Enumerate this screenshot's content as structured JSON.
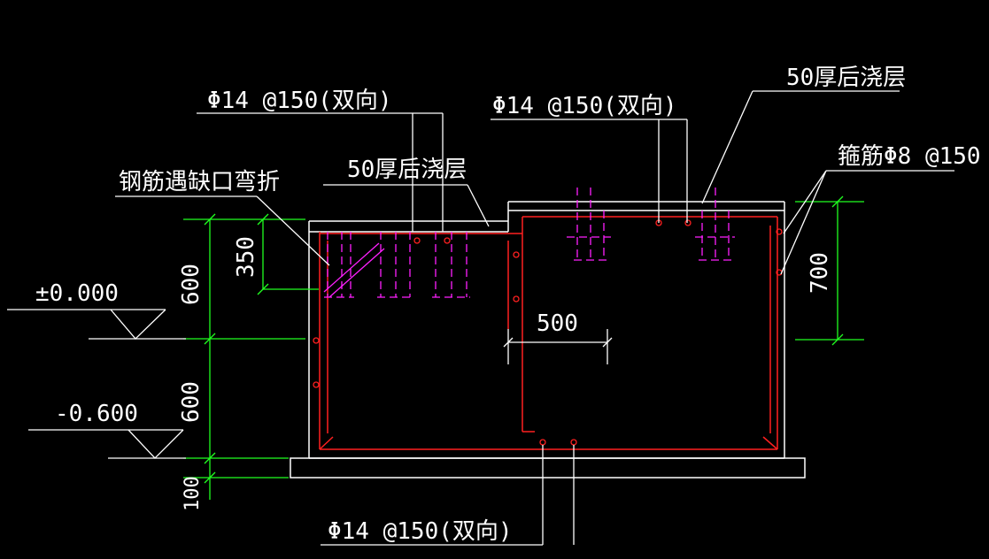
{
  "colors": {
    "background": "#000000",
    "outline": "#ffffff",
    "rebar": "#ff2020",
    "dowel": "#ff20ff",
    "dimension": "#20ff20"
  },
  "labels": {
    "rebar_top_left": "Φ14 @150(双向)",
    "rebar_top_mid": "Φ14 @150(双向)",
    "rebar_bottom": "Φ14 @150(双向)",
    "topping_mid": "50厚后浇层",
    "topping_right": "50厚后浇层",
    "stirrup": "箍筋Φ8 @150",
    "bend_note": "钢筋遇缺口弯折"
  },
  "levels": {
    "zero": "±0.000",
    "minus": "-0.600"
  },
  "dimensions": {
    "d350": "350",
    "d600_upper": "600",
    "d600_lower": "600",
    "d100": "100",
    "d500": "500",
    "d700": "700"
  }
}
